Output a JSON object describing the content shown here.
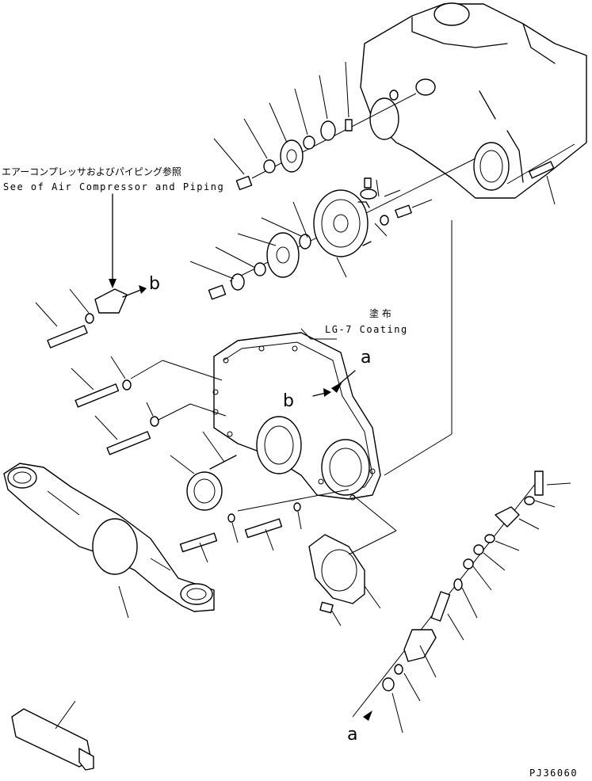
{
  "labels": {
    "compressor_jp": "エアーコンプレッサおよびパイピング参照",
    "compressor_en": "See of Air Compressor and Piping",
    "coating_jp": "塗 布",
    "coating_en": "LG-7 Coating",
    "ref_a_top": "a",
    "ref_b_arrow": "b",
    "ref_b_cover": "b",
    "ref_a_bottom": "a",
    "drawing_number": "PJ36060"
  }
}
